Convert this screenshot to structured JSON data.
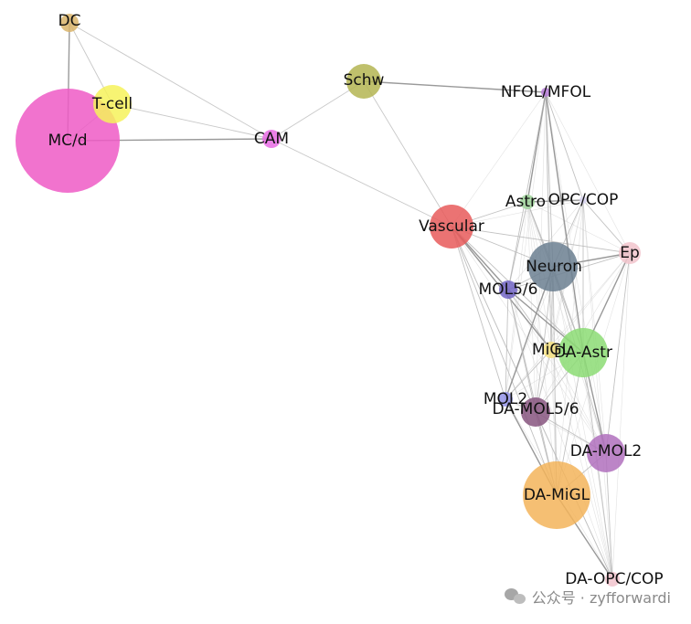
{
  "graph": {
    "nodes": [
      {
        "id": "DC",
        "label": "DC",
        "color": "#d9b46a"
      },
      {
        "id": "MC/d",
        "label": "MC/d",
        "color": "#ef5ac6"
      },
      {
        "id": "T-cell",
        "label": "T-cell",
        "color": "#f6f25b"
      },
      {
        "id": "CAM",
        "label": "CAM",
        "color": "#e76be4"
      },
      {
        "id": "Schw",
        "label": "Schw",
        "color": "#b4b552"
      },
      {
        "id": "NFOL/MFOL",
        "label": "NFOL/MFOL",
        "color": "#b57ad6"
      },
      {
        "id": "Astro",
        "label": "Astro",
        "color": "#9fd49a"
      },
      {
        "id": "OPC/COP",
        "label": "OPC/COP",
        "color": "#d8d3f0"
      },
      {
        "id": "Vascular",
        "label": "Vascular",
        "color": "#e85a5a"
      },
      {
        "id": "Neuron",
        "label": "Neuron",
        "color": "#6b7f91"
      },
      {
        "id": "Ep",
        "label": "Ep",
        "color": "#f2c4cc"
      },
      {
        "id": "MOL5/6",
        "label": "MOL5/6",
        "color": "#7265c4"
      },
      {
        "id": "MiGL",
        "label": "MiGL",
        "color": "#f4e07f"
      },
      {
        "id": "DA-Astr",
        "label": "DA-Astr",
        "color": "#8cdc74"
      },
      {
        "id": "MOL2",
        "label": "MOL2",
        "color": "#9393e8"
      },
      {
        "id": "DA-MOL5/6",
        "label": "DA-MOL5/6",
        "color": "#87557f"
      },
      {
        "id": "DA-MOL2",
        "label": "DA-MOL2",
        "color": "#b070bd"
      },
      {
        "id": "DA-MiGL",
        "label": "DA-MiGL",
        "color": "#f3b45a"
      },
      {
        "id": "DA-OPC/COP",
        "label": "DA-OPC/COP",
        "color": "#f1c3cd"
      }
    ],
    "edges": [
      [
        "DC",
        "MC/d"
      ],
      [
        "DC",
        "T-cell"
      ],
      [
        "T-cell",
        "MC/d"
      ],
      [
        "T-cell",
        "CAM"
      ],
      [
        "MC/d",
        "CAM"
      ],
      [
        "CAM",
        "Schw"
      ],
      [
        "CAM",
        "Vascular"
      ],
      [
        "Schw",
        "Vascular"
      ],
      [
        "Schw",
        "NFOL/MFOL"
      ],
      [
        "DC",
        "CAM"
      ],
      [
        "Vascular",
        "Astro"
      ],
      [
        "Vascular",
        "Neuron"
      ],
      [
        "Vascular",
        "MOL5/6"
      ],
      [
        "Vascular",
        "DA-Astr"
      ],
      [
        "Vascular",
        "DA-MOL5/6"
      ],
      [
        "Vascular",
        "DA-MiGL"
      ],
      [
        "Vascular",
        "MiGL"
      ],
      [
        "Vascular",
        "Ep"
      ],
      [
        "Vascular",
        "MOL2"
      ],
      [
        "Astro",
        "Neuron"
      ],
      [
        "Astro",
        "OPC/COP"
      ],
      [
        "Astro",
        "MOL5/6"
      ],
      [
        "Astro",
        "DA-Astr"
      ],
      [
        "Neuron",
        "OPC/COP"
      ],
      [
        "Neuron",
        "Ep"
      ],
      [
        "Neuron",
        "MOL5/6"
      ],
      [
        "Neuron",
        "MiGL"
      ],
      [
        "Neuron",
        "DA-Astr"
      ],
      [
        "Neuron",
        "MOL2"
      ],
      [
        "Neuron",
        "DA-MOL5/6"
      ],
      [
        "Neuron",
        "DA-MOL2"
      ],
      [
        "Neuron",
        "DA-MiGL"
      ],
      [
        "NFOL/MFOL",
        "Astro"
      ],
      [
        "NFOL/MFOL",
        "Neuron"
      ],
      [
        "NFOL/MFOL",
        "OPC/COP"
      ],
      [
        "NFOL/MFOL",
        "MOL5/6"
      ],
      [
        "NFOL/MFOL",
        "DA-Astr"
      ],
      [
        "NFOL/MFOL",
        "MiGL"
      ],
      [
        "OPC/COP",
        "Ep"
      ],
      [
        "OPC/COP",
        "DA-Astr"
      ],
      [
        "Ep",
        "DA-Astr"
      ],
      [
        "Ep",
        "DA-MOL2"
      ],
      [
        "Ep",
        "MOL5/6"
      ],
      [
        "MOL5/6",
        "MiGL"
      ],
      [
        "MOL5/6",
        "DA-Astr"
      ],
      [
        "MOL5/6",
        "MOL2"
      ],
      [
        "MOL5/6",
        "DA-MOL5/6"
      ],
      [
        "MOL5/6",
        "DA-MiGL"
      ],
      [
        "MiGL",
        "DA-Astr"
      ],
      [
        "MiGL",
        "MOL2"
      ],
      [
        "MiGL",
        "DA-MOL5/6"
      ],
      [
        "DA-Astr",
        "DA-MOL5/6"
      ],
      [
        "DA-Astr",
        "DA-MOL2"
      ],
      [
        "DA-Astr",
        "DA-MiGL"
      ],
      [
        "DA-Astr",
        "DA-OPC/COP"
      ],
      [
        "MOL2",
        "DA-MOL5/6"
      ],
      [
        "MOL2",
        "DA-MiGL"
      ],
      [
        "DA-MOL5/6",
        "DA-MOL2"
      ],
      [
        "DA-MOL5/6",
        "DA-MiGL"
      ],
      [
        "DA-MOL2",
        "DA-MiGL"
      ],
      [
        "DA-MiGL",
        "DA-OPC/COP"
      ],
      [
        "DA-MOL2",
        "DA-OPC/COP"
      ],
      [
        "DA-MOL5/6",
        "DA-OPC/COP"
      ]
    ]
  },
  "watermark": {
    "text": "公众号 · zyfforwardi",
    "icon": "wechat-icon"
  }
}
